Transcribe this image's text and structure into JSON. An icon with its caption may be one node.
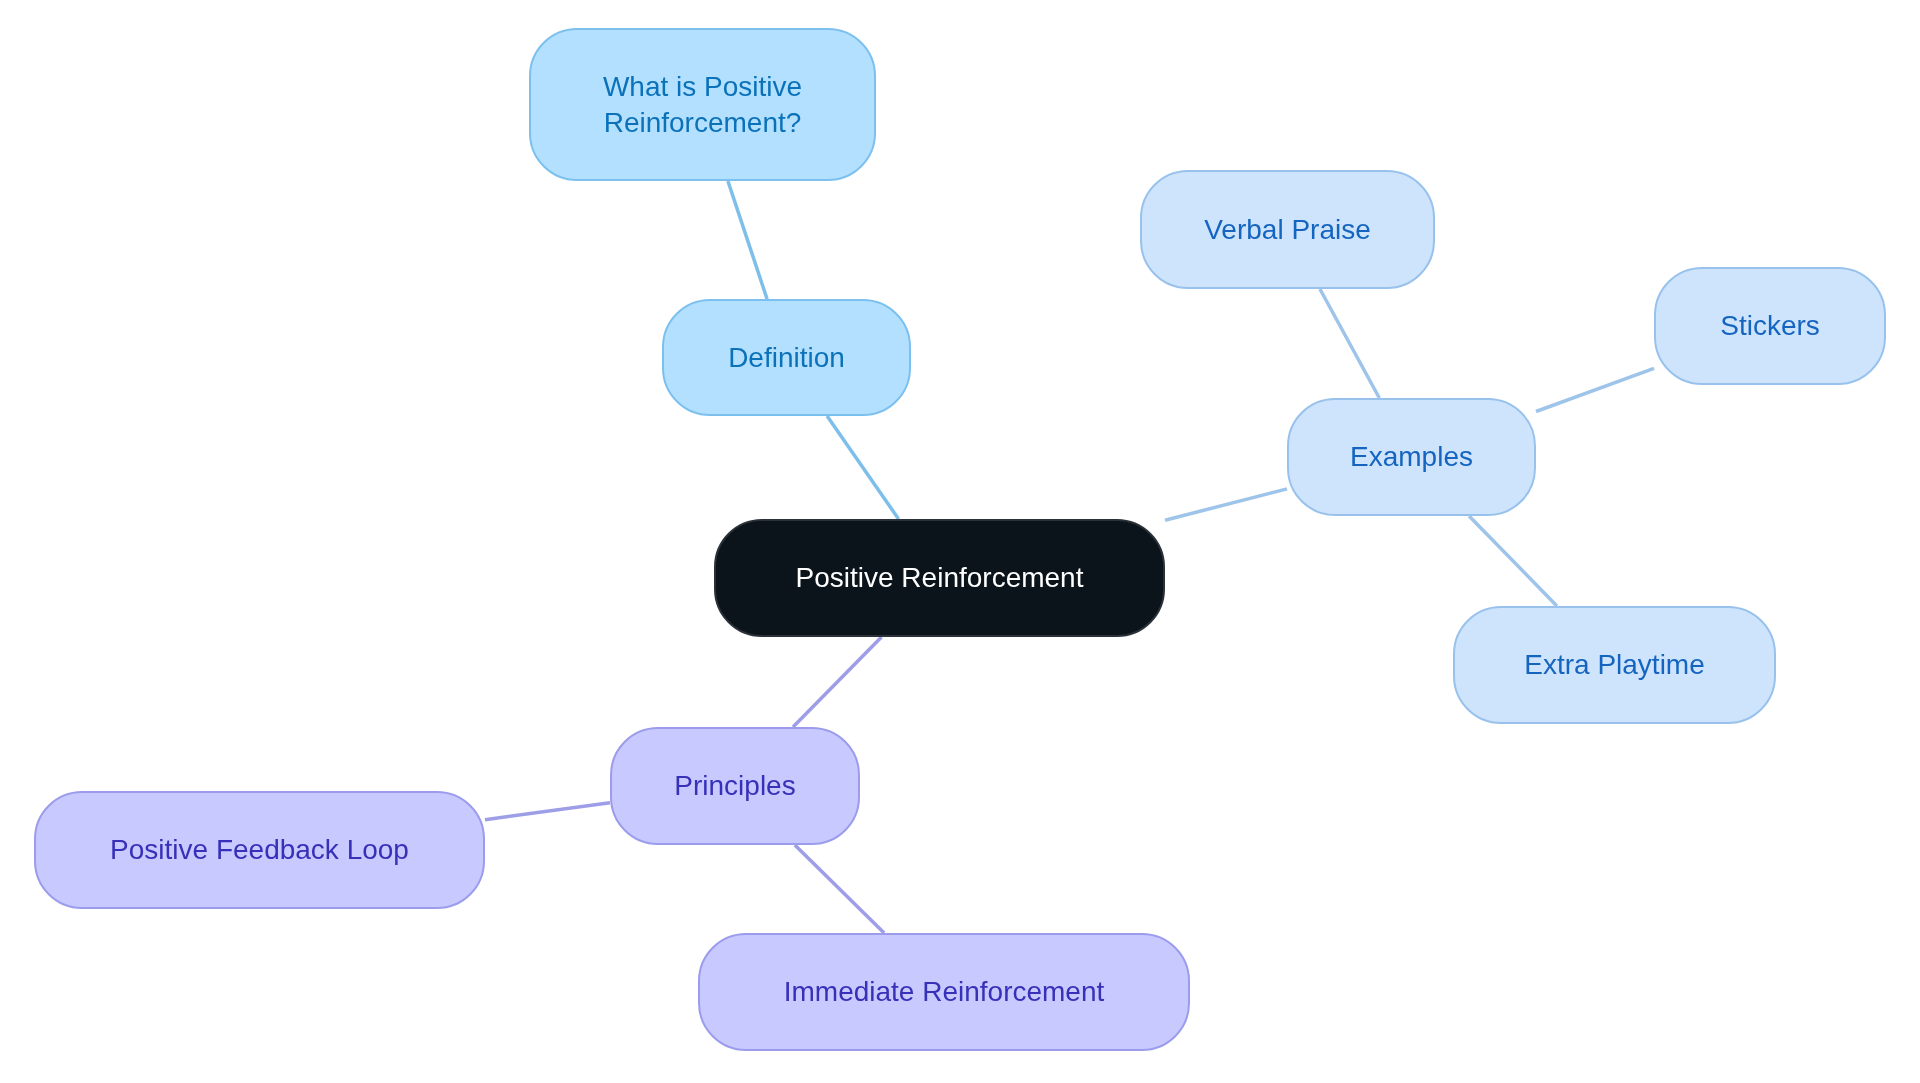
{
  "diagram": {
    "nodes": [
      {
        "text": [
          "Positive Reinforcement"
        ]
      },
      {
        "text": [
          "Definition"
        ]
      },
      {
        "text": [
          "What is Positive Reinforcement?"
        ]
      },
      {
        "text": [
          "Examples"
        ]
      },
      {
        "text": [
          "Verbal Praise"
        ]
      },
      {
        "text": [
          "Stickers"
        ]
      },
      {
        "text": [
          "Extra Playtime"
        ]
      },
      {
        "text": [
          "Principles"
        ]
      },
      {
        "text": [
          "Positive Feedback Loop"
        ]
      },
      {
        "text": [
          "Immediate Reinforcement"
        ]
      }
    ],
    "edges": [
      {
        "from": 0,
        "to": 1,
        "arrow": "none",
        "color": "#7dbfea"
      },
      {
        "from": 1,
        "to": 2,
        "arrow": "none",
        "color": "#7dbfea"
      },
      {
        "from": 0,
        "to": 3,
        "arrow": "none",
        "color": "#9ec4ea"
      },
      {
        "from": 3,
        "to": 4,
        "arrow": "none",
        "color": "#9ec4ea"
      },
      {
        "from": 3,
        "to": 5,
        "arrow": "none",
        "color": "#9ec4ea"
      },
      {
        "from": 3,
        "to": 6,
        "arrow": "none",
        "color": "#9ec4ea"
      },
      {
        "from": 0,
        "to": 7,
        "arrow": "none",
        "color": "#9d9de8"
      },
      {
        "from": 7,
        "to": 8,
        "arrow": "none",
        "color": "#9d9de8"
      },
      {
        "from": 7,
        "to": 9,
        "arrow": "none",
        "color": "#9d9de8"
      }
    ]
  }
}
